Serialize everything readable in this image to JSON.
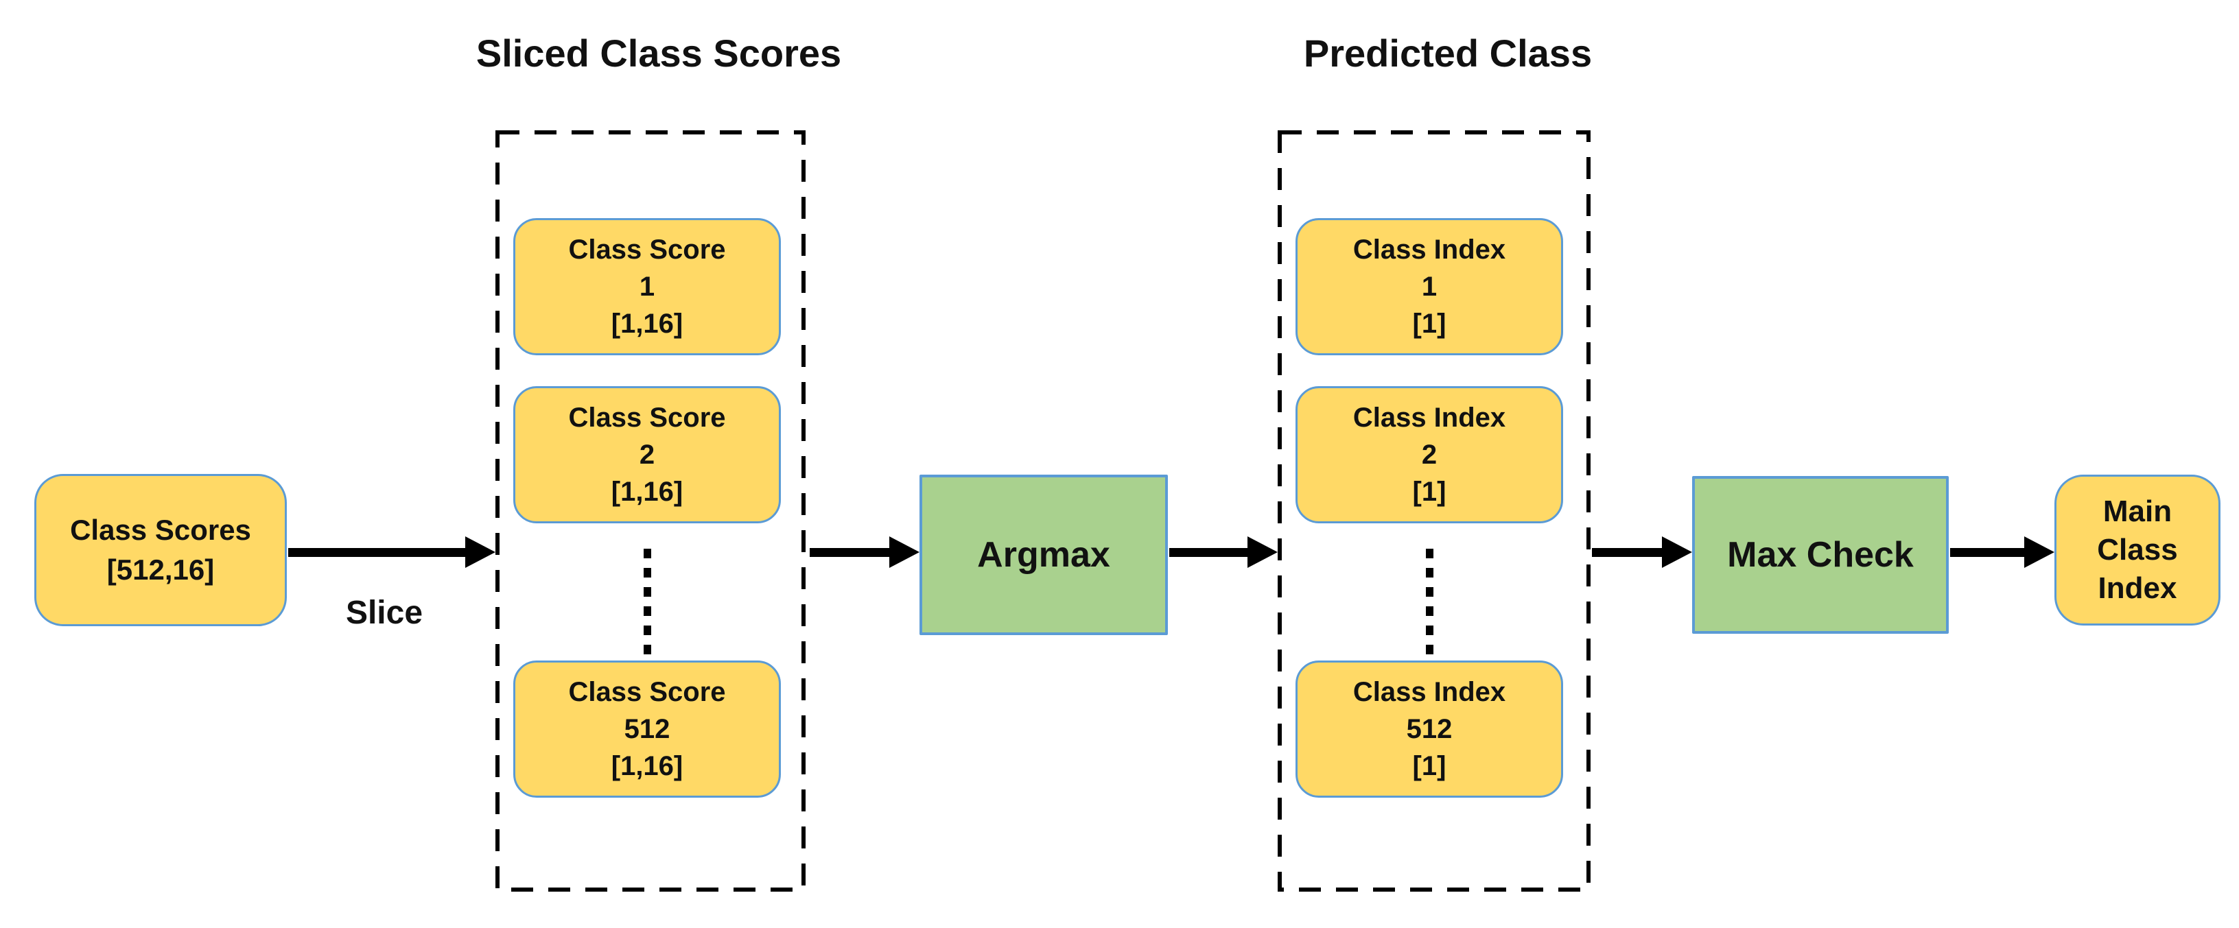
{
  "titles": {
    "sliced": "Sliced Class Scores",
    "predicted": "Predicted Class"
  },
  "nodes": {
    "class_scores": {
      "label": "Class Scores\n[512,16]"
    },
    "argmax": {
      "label": "Argmax"
    },
    "max_check": {
      "label": "Max Check"
    },
    "main_class_index": {
      "label": "Main\nClass\nIndex"
    }
  },
  "edges": {
    "slice_label": "Slice"
  },
  "sliced_group": {
    "items": [
      {
        "label": "Class Score\n1\n[1,16]"
      },
      {
        "label": "Class Score\n2\n[1,16]"
      },
      {
        "label": "Class Score\n512\n[1,16]"
      }
    ],
    "ellipsis_icon": "vertical-dots"
  },
  "predicted_group": {
    "items": [
      {
        "label": "Class Index\n1\n[1]"
      },
      {
        "label": "Class Index\n2\n[1]"
      },
      {
        "label": "Class Index\n512\n[1]"
      }
    ],
    "ellipsis_icon": "vertical-dots"
  },
  "colors": {
    "node_fill": "#FFD966",
    "node_border": "#5B9BD5",
    "op_fill": "#A9D18E",
    "op_border": "#5B9BD5",
    "line": "#000000",
    "text": "#111111",
    "background": "#FFFFFF"
  }
}
